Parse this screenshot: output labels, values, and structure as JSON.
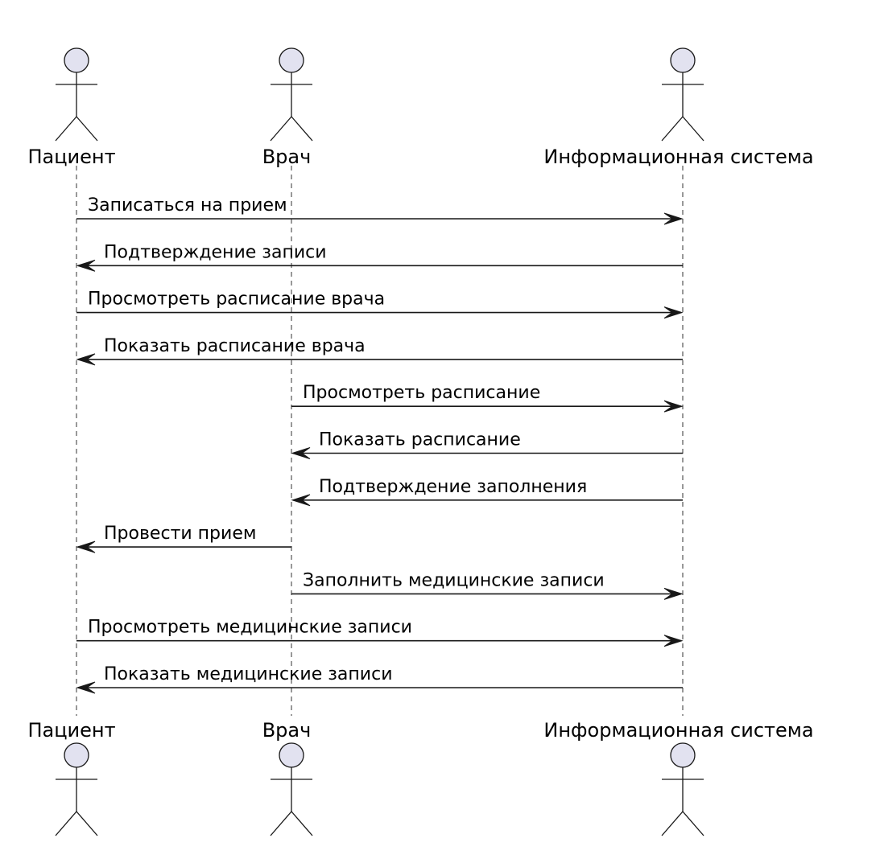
{
  "participants": [
    {
      "id": "patient",
      "name": "Пациент"
    },
    {
      "id": "doctor",
      "name": "Врач"
    },
    {
      "id": "system",
      "name": "Информационная система"
    }
  ],
  "messages": [
    {
      "from": "patient",
      "to": "system",
      "label": "Записаться на прием"
    },
    {
      "from": "system",
      "to": "patient",
      "label": "Подтверждение записи"
    },
    {
      "from": "patient",
      "to": "system",
      "label": "Просмотреть расписание врача"
    },
    {
      "from": "system",
      "to": "patient",
      "label": "Показать расписание врача"
    },
    {
      "from": "doctor",
      "to": "system",
      "label": "Просмотреть расписание"
    },
    {
      "from": "system",
      "to": "doctor",
      "label": "Показать расписание"
    },
    {
      "from": "system",
      "to": "doctor",
      "label": "Подтверждение заполнения"
    },
    {
      "from": "doctor",
      "to": "patient",
      "label": "Провести прием"
    },
    {
      "from": "doctor",
      "to": "system",
      "label": "Заполнить медицинские записи"
    },
    {
      "from": "patient",
      "to": "system",
      "label": "Просмотреть медицинские записи"
    },
    {
      "from": "system",
      "to": "patient",
      "label": "Показать медицинские записи"
    }
  ],
  "colors": {
    "actor_fill": "#e2e2f0",
    "line": "#181818",
    "lifeline": "#555555",
    "text": "#000000"
  }
}
